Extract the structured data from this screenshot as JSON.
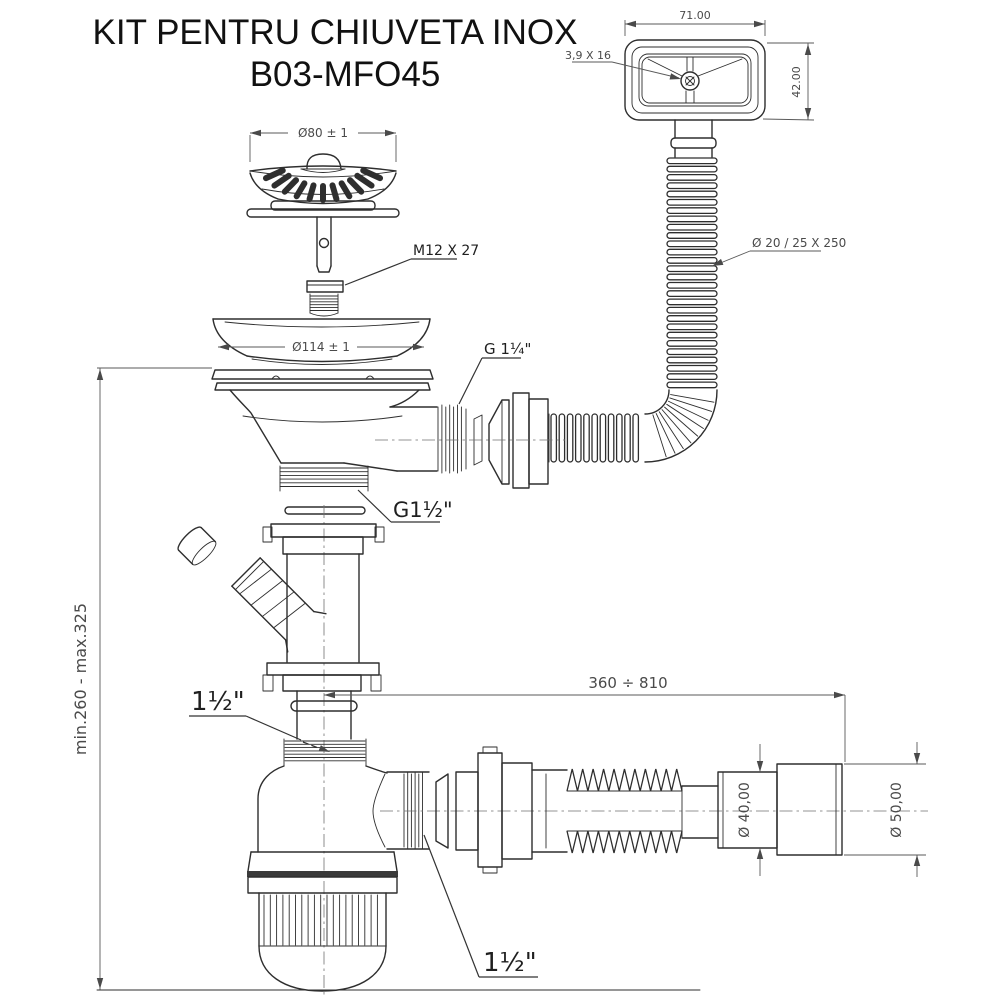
{
  "title": {
    "line1": "KIT PENTRU CHIUVETA INOX",
    "line2": "B03-MFO45"
  },
  "labels": {
    "overflow_width": "71.00",
    "overflow_height": "42.00",
    "overflow_screw": "3,9 X 16",
    "overflow_hose": "Ø 20 / 25 X 250",
    "strainer_diameter": "Ø80 ± 1",
    "strainer_bolt": "M12 X 27",
    "flange_diameter": "Ø114 ± 1",
    "side_outlet_thread": "G 1¼\"",
    "bottom_thread": "G1½\"",
    "tailpiece_thread": "1½\"",
    "trap_outlet_thread": "1½\"",
    "outlet_length_range": "360 ÷ 810",
    "outlet_pipe_diameter": "Ø 40,00",
    "outlet_end_diameter": "Ø 50,00",
    "install_height_range": "min.260 - max.325"
  },
  "colors": {
    "line": "#2e2e2e",
    "dimension": "#4a4a4a",
    "background": "#ffffff"
  }
}
